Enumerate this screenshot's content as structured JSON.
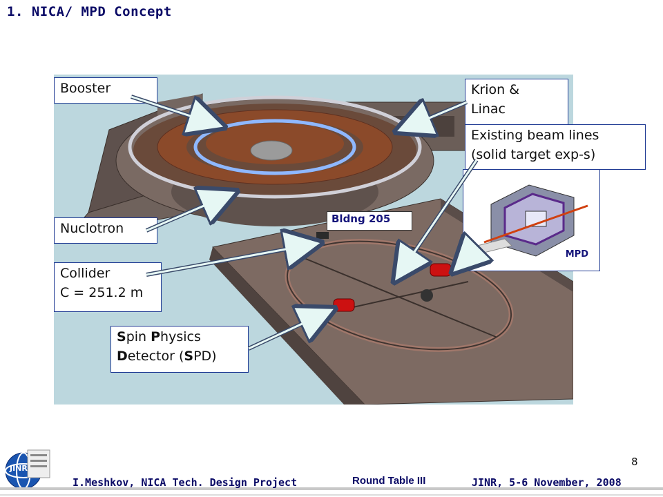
{
  "slide": {
    "title": "1. NICA/ MPD Concept",
    "page_number": "8"
  },
  "labels": {
    "booster": "Booster",
    "krion_line1": "Krion &",
    "krion_line2": "Linac",
    "existing_line1": "Existing beam lines",
    "existing_line2": "(solid target exp-s)",
    "building": "Bldng 205",
    "nuclotron": "Nuclotron",
    "collider_line1": "Collider",
    "collider_line2": "C = 251.2 m",
    "spd_line1": "Spin Physics",
    "spd_line2": "Detector (SPD)",
    "mpd": "MPD"
  },
  "footer": {
    "author": "I.Meshkov, NICA Tech. Design Project",
    "event": "Round Table III",
    "venue": "JINR, 5-6 November, 2008",
    "logo_text": "JINR"
  },
  "colors": {
    "title": "#0a0a66",
    "label_border": "#1f3a93",
    "arrow_fill": "#e6f7f4",
    "arrow_stroke": "#3a4a6a",
    "scene_bg": "#bcd7de",
    "floor": "#7d6a62",
    "magnet_red": "#cc1111",
    "ring_blue": "#8fb8ff"
  }
}
